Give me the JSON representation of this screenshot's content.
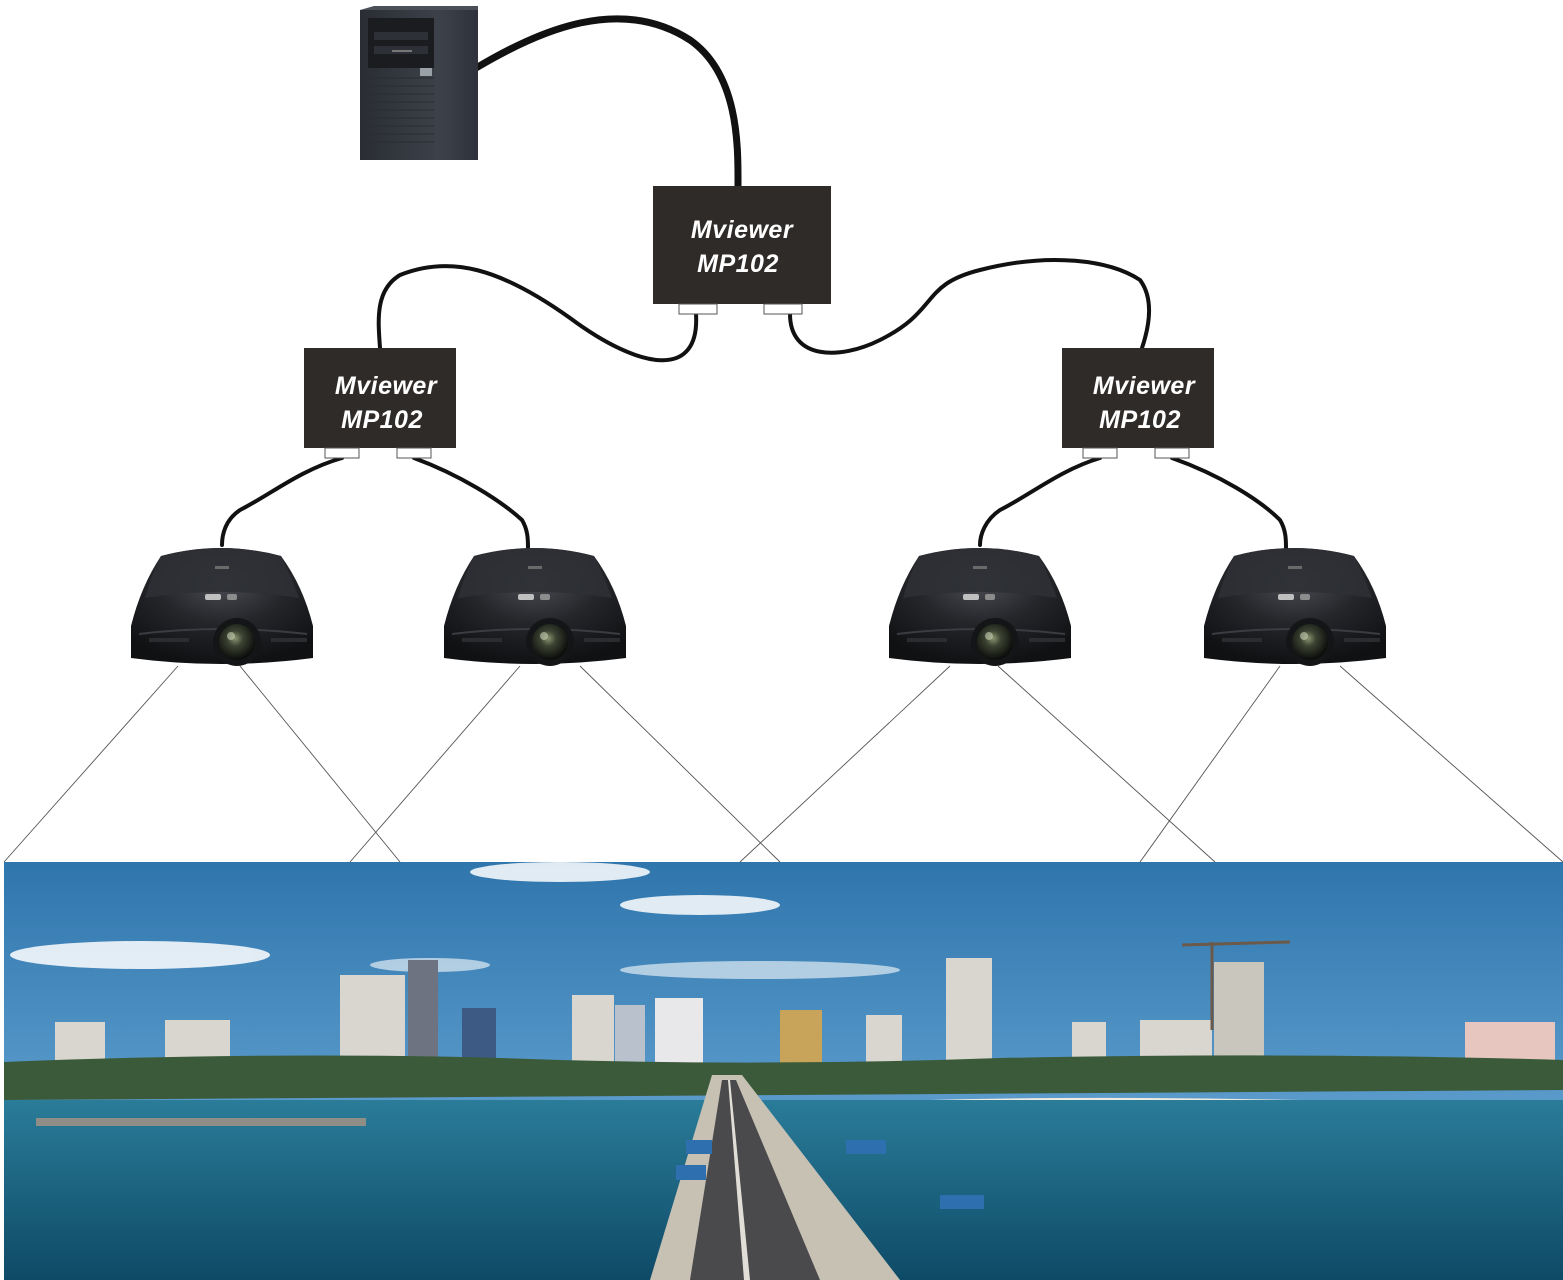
{
  "nodes": {
    "splitter_top": {
      "line1": "Mviewer",
      "line2": "MP102"
    },
    "splitter_left": {
      "line1": "Mviewer",
      "line2": "MP102"
    },
    "splitter_right": {
      "line1": "Mviewer",
      "line2": "MP102"
    }
  },
  "colors": {
    "box": "#2f2b29",
    "cable": "#111111",
    "projector_body": "#1c1d20",
    "sky": "#3a7fb4",
    "water": "#165a7a"
  },
  "icons": {
    "computer": "desktop-tower-icon",
    "projector": "projector-icon",
    "screen": "panorama-screen-image"
  }
}
